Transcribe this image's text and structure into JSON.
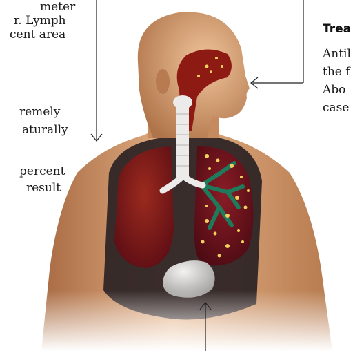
{
  "left_text": {
    "lines": [
      "meter",
      "r. Lymph",
      "cent area",
      "remely",
      "aturally",
      "percent",
      "result"
    ]
  },
  "right_panel": {
    "heading": "Trea",
    "lines": [
      "Antil",
      "the f",
      "Abo",
      "case"
    ]
  },
  "colors": {
    "skin": "#d9a072",
    "lung_dark": "#7a1520",
    "airway": "#f2f0ee",
    "bronchi_green": "#1f7a5c",
    "nodule_yellow": "#f0d060",
    "stomach": "#d8d6d4",
    "arrow": "#222222"
  },
  "icons": {
    "leader_arrow_1": "arrow-down",
    "leader_arrow_2": "arrow-left",
    "leader_arrow_3": "arrow-up"
  }
}
